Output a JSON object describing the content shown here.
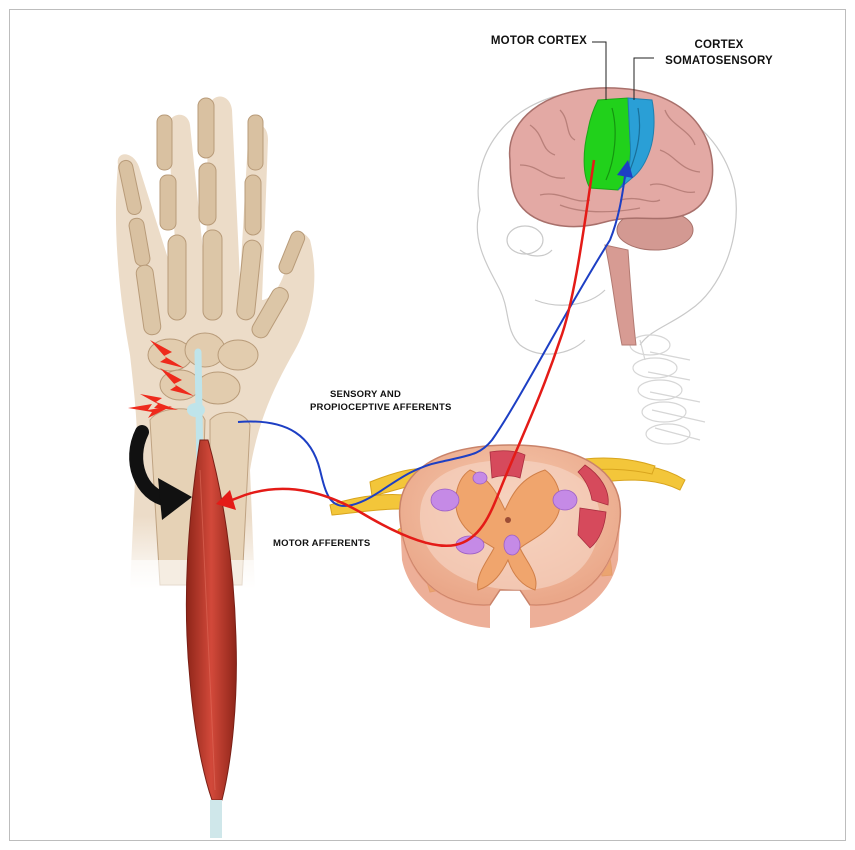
{
  "labels": {
    "motor_cortex": "MOTOR CORTEX",
    "cortex_somatosensory_line1": "CORTEX",
    "cortex_somatosensory_line2": "SOMATOSENSORY",
    "sensory_afferents_line1": "SENSORY AND",
    "sensory_afferents_line2": "PROPIOCEPTIVE AFFERENTS",
    "motor_afferents": "MOTOR AFFERENTS"
  },
  "colors": {
    "motor_pathway": "#e41b17",
    "sensory_pathway": "#1d3fc4",
    "motor_cortex_region": "#21d11b",
    "somatosensory_cortex_region": "#2a9fd6",
    "nerve": "#f3c63a",
    "muscle": "#b8372a",
    "bone": "#e7d3b8",
    "brain": "#e3a9a4",
    "arrow": "#111111",
    "pain_bolt": "#ee2a1c"
  },
  "icons": {
    "rotation_arrow": "curved-arrow-icon",
    "pain": "lightning-bolt-icon"
  }
}
